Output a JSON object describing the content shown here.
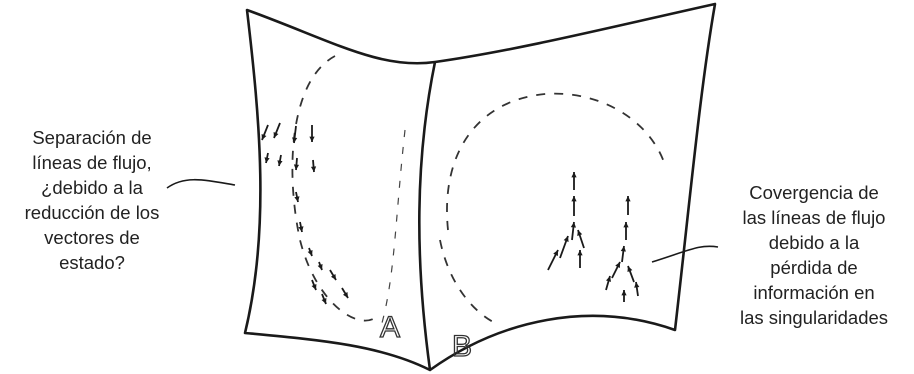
{
  "left_caption": {
    "lines": [
      "Separación de",
      "líneas de flujo,",
      "¿debido a la",
      "reducción de los",
      "vectores de",
      "estado?"
    ]
  },
  "right_caption": {
    "lines": [
      "Covergencia de",
      "las líneas de flujo",
      "debido a la",
      "pérdida de",
      "información en",
      "las singularidades"
    ]
  },
  "panel_labels": {
    "a": "A",
    "b": "B"
  },
  "colors": {
    "ink": "#1a1a1a"
  }
}
